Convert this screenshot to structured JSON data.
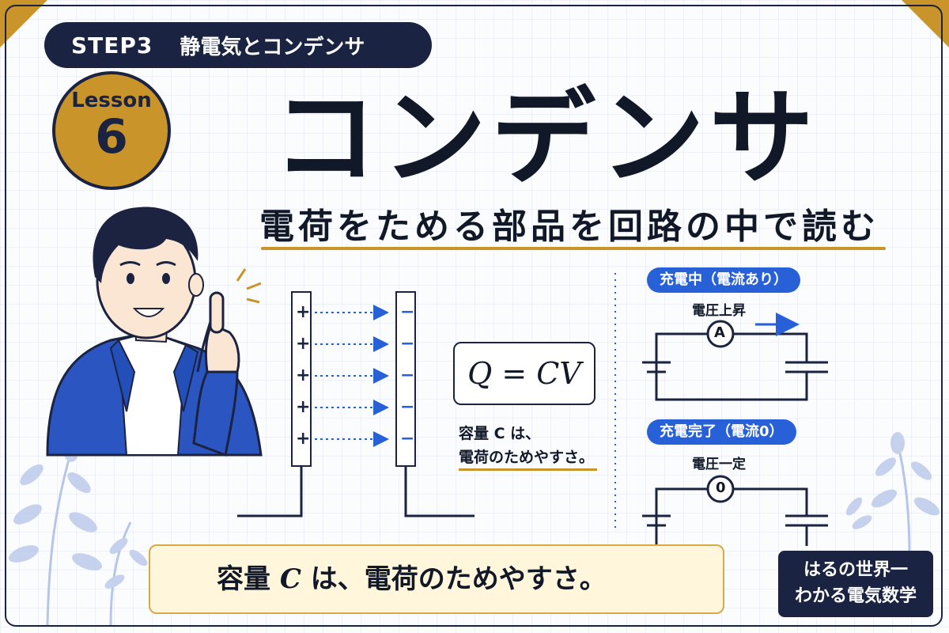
{
  "header": {
    "step": "STEP3",
    "step_subtitle": "静電気とコンデンサ",
    "lesson_word": "Lesson",
    "lesson_number": "6"
  },
  "title": "コンデンサ",
  "subtitle": "電荷をためる部品を回路の中で読む",
  "capacitor_diagram": {
    "plus_signs": [
      "+",
      "+",
      "+",
      "+",
      "+"
    ],
    "minus_signs": [
      "−",
      "−",
      "−",
      "−",
      "−"
    ]
  },
  "formula": {
    "text": "Q = CV",
    "note": "容量 C は、\n電荷のためやすさ。"
  },
  "circuits": [
    {
      "state": "充電中（電流あり）",
      "label": "電圧上昇",
      "meter": "A"
    },
    {
      "state": "充電完了（電流0）",
      "label": "電圧一定",
      "meter": "0"
    }
  ],
  "bottom_banner": {
    "prefix": "容量 ",
    "symbol": "C",
    "suffix": " は、電荷のためやすさ。"
  },
  "brand": "はるの世界一\nわかる電気数学",
  "colors": {
    "navy": "#1b2342",
    "gold": "#c9952a",
    "blue": "#2860d8",
    "banner_bg": "#fff6dc"
  }
}
